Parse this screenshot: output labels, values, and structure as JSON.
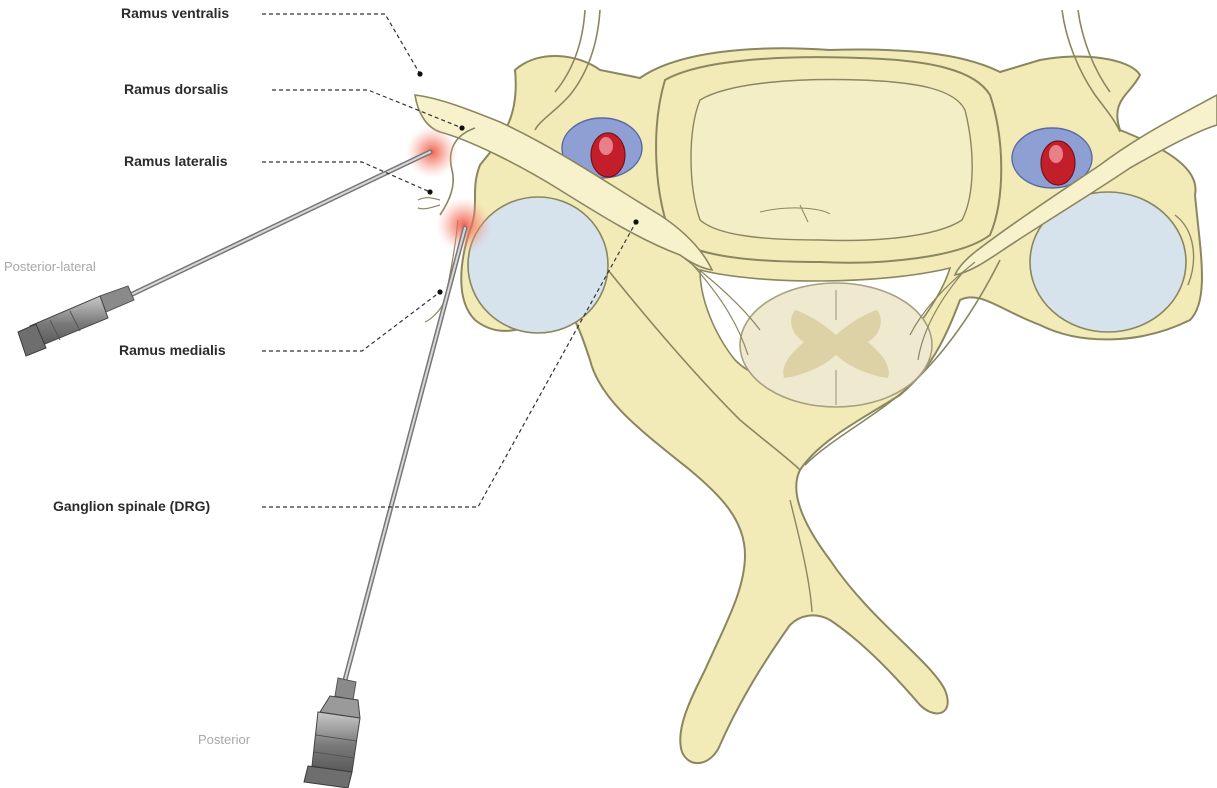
{
  "labels": {
    "ramus_ventralis": "Ramus ventralis",
    "ramus_dorsalis": "Ramus dorsalis",
    "ramus_lateralis": "Ramus lateralis",
    "ramus_medialis": "Ramus medialis",
    "ganglion_spinale": "Ganglion spinale (DRG)",
    "approach_posterior_lateral": "Posterior-lateral",
    "approach_posterior": "Posterior"
  },
  "colors": {
    "bone": "#f2ebb8",
    "bone_outline": "#8a8660",
    "nerve": "#f7f2cc",
    "disc": "#f3eec6",
    "facet_joint": "#d6e2ec",
    "spinal_cord": "#efe9cf",
    "grey_matter": "#ddd2a6",
    "vein": "#8e9fd3",
    "artery": "#c21f2a",
    "needle": "#9a9a9a",
    "lesion_glow": "#f26a5a",
    "leader_line": "#333333"
  }
}
